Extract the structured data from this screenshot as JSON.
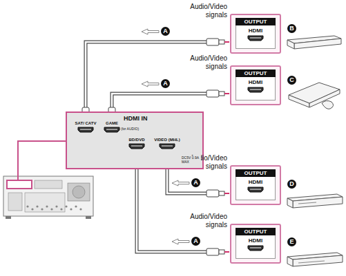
{
  "diagram": {
    "nodes": [
      {
        "text": [
          "HDMI IN"
        ]
      },
      {
        "text": [
          "SAT/ CATV"
        ],
        "in": 0
      },
      {
        "text": [
          "GAME"
        ],
        "in": 0
      },
      {
        "text": [
          "BD/DVD"
        ],
        "in": 0
      },
      {
        "text": [
          "VIDEO (MHL)"
        ],
        "in": 0
      },
      {
        "text": [
          "Audio/Video signals",
          "OUTPUT",
          "HDMI"
        ]
      },
      {
        "text": [
          "Audio/Video signals",
          "OUTPUT",
          "HDMI"
        ]
      },
      {
        "text": [
          "Audio/Video signals",
          "OUTPUT",
          "HDMI"
        ]
      },
      {
        "text": [
          "Audio/Video signals",
          "OUTPUT",
          "HDMI"
        ]
      }
    ],
    "edges": [
      {
        "from": 5,
        "to": 1,
        "arrow": "to"
      },
      {
        "from": 6,
        "to": 2,
        "arrow": "to"
      },
      {
        "from": 7,
        "to": 4,
        "arrow": "to"
      },
      {
        "from": 8,
        "to": 3,
        "arrow": "to"
      }
    ],
    "labels": [
      "A",
      "B",
      "A",
      "C",
      "A",
      "D",
      "A",
      "E",
      "(for AUDIO)",
      "DC5V 0.9A MAX"
    ]
  }
}
